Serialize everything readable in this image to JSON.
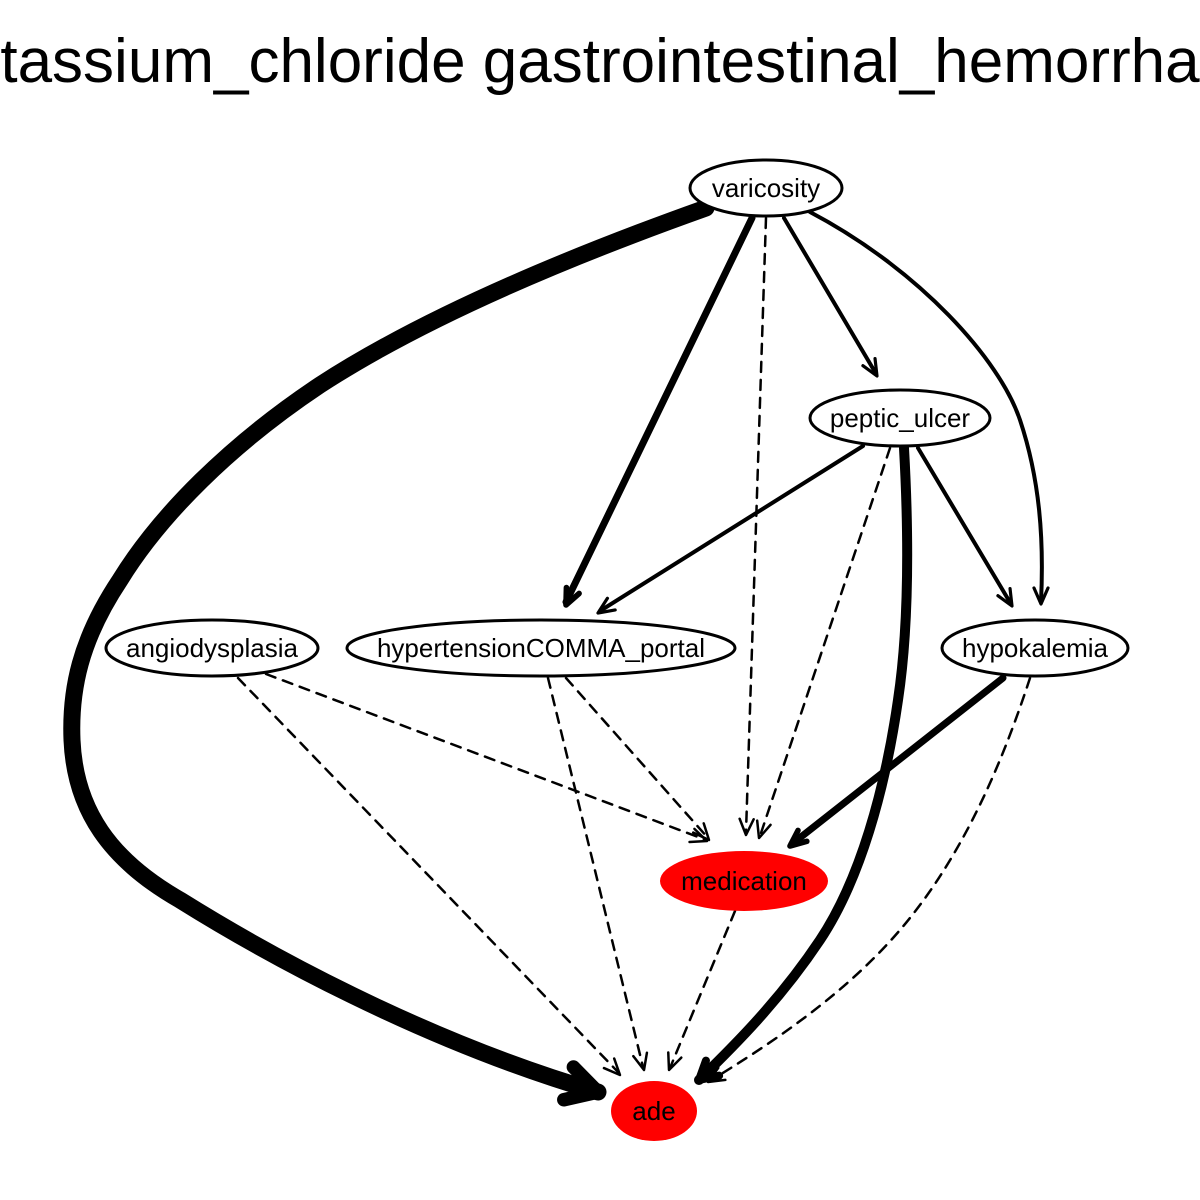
{
  "title": "potassium_chloride gastrointestinal_hemorrhage",
  "colors": {
    "highlight_fill": "#ff0000",
    "node_fill": "#ffffff",
    "edge": "#000000"
  },
  "nodes": [
    {
      "id": "varicosity",
      "label": "varicosity",
      "highlight": false
    },
    {
      "id": "peptic_ulcer",
      "label": "peptic_ulcer",
      "highlight": false
    },
    {
      "id": "angiodysplasia",
      "label": "angiodysplasia",
      "highlight": false
    },
    {
      "id": "hypertension_portal",
      "label": "hypertensionCOMMA_portal",
      "highlight": false
    },
    {
      "id": "hypokalemia",
      "label": "hypokalemia",
      "highlight": false
    },
    {
      "id": "medication",
      "label": "medication",
      "highlight": true
    },
    {
      "id": "ade",
      "label": "ade",
      "highlight": true
    }
  ],
  "edges": [
    {
      "from": "varicosity",
      "to": "ade",
      "style": "solid",
      "weight": "heavy"
    },
    {
      "from": "varicosity",
      "to": "hypertension_portal",
      "style": "solid",
      "weight": "medium"
    },
    {
      "from": "varicosity",
      "to": "medication",
      "style": "dashed",
      "weight": "light"
    },
    {
      "from": "varicosity",
      "to": "peptic_ulcer",
      "style": "solid",
      "weight": "light"
    },
    {
      "from": "varicosity",
      "to": "hypokalemia",
      "style": "solid",
      "weight": "light"
    },
    {
      "from": "peptic_ulcer",
      "to": "hypertension_portal",
      "style": "solid",
      "weight": "light"
    },
    {
      "from": "peptic_ulcer",
      "to": "medication",
      "style": "dashed",
      "weight": "light"
    },
    {
      "from": "peptic_ulcer",
      "to": "ade",
      "style": "solid",
      "weight": "medium-heavy"
    },
    {
      "from": "peptic_ulcer",
      "to": "hypokalemia",
      "style": "solid",
      "weight": "light"
    },
    {
      "from": "angiodysplasia",
      "to": "medication",
      "style": "dashed",
      "weight": "light"
    },
    {
      "from": "angiodysplasia",
      "to": "ade",
      "style": "dashed",
      "weight": "light"
    },
    {
      "from": "hypertension_portal",
      "to": "medication",
      "style": "dashed",
      "weight": "light"
    },
    {
      "from": "hypertension_portal",
      "to": "ade",
      "style": "dashed",
      "weight": "light"
    },
    {
      "from": "hypokalemia",
      "to": "medication",
      "style": "solid",
      "weight": "medium"
    },
    {
      "from": "hypokalemia",
      "to": "ade",
      "style": "dashed",
      "weight": "light"
    },
    {
      "from": "medication",
      "to": "ade",
      "style": "dashed",
      "weight": "light"
    }
  ]
}
